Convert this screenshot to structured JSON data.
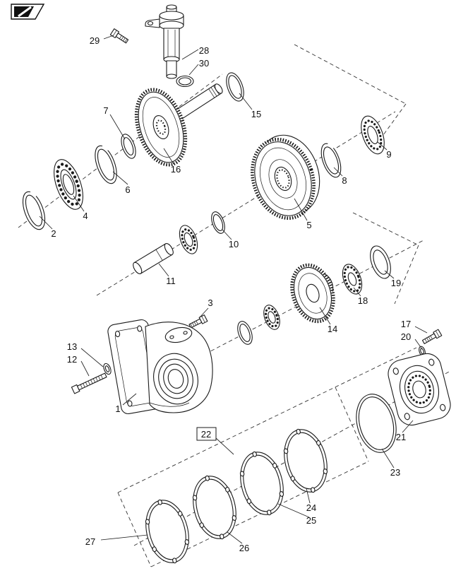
{
  "page": {
    "background": "#ffffff",
    "line_color": "#1a1a1a"
  },
  "icons": {
    "logo": "brand-flag-logo"
  },
  "diagram": {
    "type": "exploded-parts-diagram",
    "boxed_callouts": [
      "22"
    ],
    "callouts": {
      "c1": "1",
      "c2": "2",
      "c3": "3",
      "c4": "4",
      "c5": "5",
      "c6": "6",
      "c7": "7",
      "c8": "8",
      "c9": "9",
      "c10": "10",
      "c11": "11",
      "c12": "12",
      "c13": "13",
      "c14": "14",
      "c15": "15",
      "c16": "16",
      "c17": "17",
      "c18": "18",
      "c19": "19",
      "c20": "20",
      "c21": "21",
      "c22": "22",
      "c23": "23",
      "c24": "24",
      "c25": "25",
      "c26": "26",
      "c27": "27",
      "c28": "28",
      "c29": "29",
      "c30": "30"
    }
  }
}
